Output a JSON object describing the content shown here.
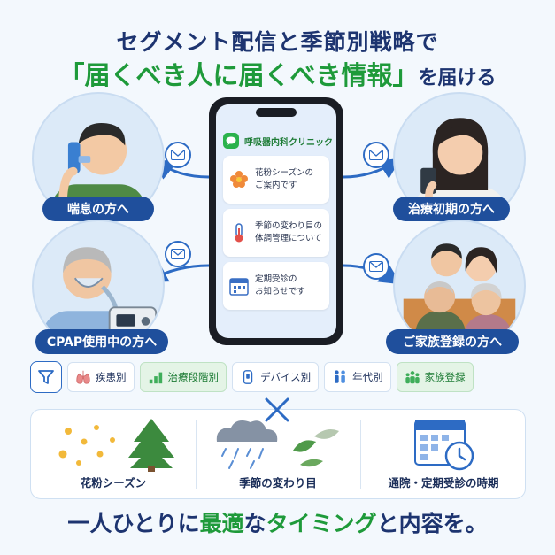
{
  "header": {
    "title_line1": "セグメント配信と季節別戦略で",
    "title_line2_highlight": "「届くべき人に届くべき情報」",
    "title_line2_rest": "を届ける"
  },
  "personas": [
    {
      "label": "喘息の方へ"
    },
    {
      "label": "治療初期の方へ"
    },
    {
      "label": "CPAP使用中の方へ"
    },
    {
      "label": "ご家族登録の方へ"
    }
  ],
  "phone": {
    "app_name": "呼吸器内科クリニック",
    "messages": [
      {
        "line1": "花粉シーズンの",
        "line2": "ご案内です"
      },
      {
        "line1": "季節の変わり目の",
        "line2": "体調管理について"
      },
      {
        "line1": "定期受診の",
        "line2": "お知らせです"
      }
    ]
  },
  "segments": [
    {
      "label": "疾患別"
    },
    {
      "label": "治療段階別"
    },
    {
      "label": "デバイス別"
    },
    {
      "label": "年代別"
    },
    {
      "label": "家族登録"
    }
  ],
  "timings": [
    {
      "label": "花粉シーズン"
    },
    {
      "label": "季節の変わり目"
    },
    {
      "label": "通院・定期受診の時期"
    }
  ],
  "footer": {
    "part1": "一人ひとりに",
    "part2": "最適",
    "part3": "な",
    "part4": "タイミング",
    "part5": "と内容を。"
  },
  "colors": {
    "navy": "#1d3470",
    "green": "#1e9a3a",
    "tag_blue": "#1f4f9c",
    "line_green": "#2bb24c"
  }
}
